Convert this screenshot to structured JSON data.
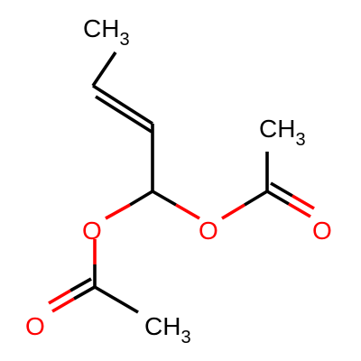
{
  "molecule": {
    "labels": {
      "methyl_top": {
        "text": "CH",
        "sub": "3"
      },
      "methyl_right": {
        "text": "CH",
        "sub": "3"
      },
      "methyl_bottom": {
        "text": "CH",
        "sub": "3"
      },
      "oxygen_ester_left": {
        "text": "O"
      },
      "oxygen_ester_right": {
        "text": "O"
      },
      "oxygen_carbonyl_right": {
        "text": "O"
      },
      "oxygen_carbonyl_left": {
        "text": "O"
      }
    },
    "colors": {
      "carbon": "#000000",
      "oxygen": "#ff0000"
    }
  }
}
